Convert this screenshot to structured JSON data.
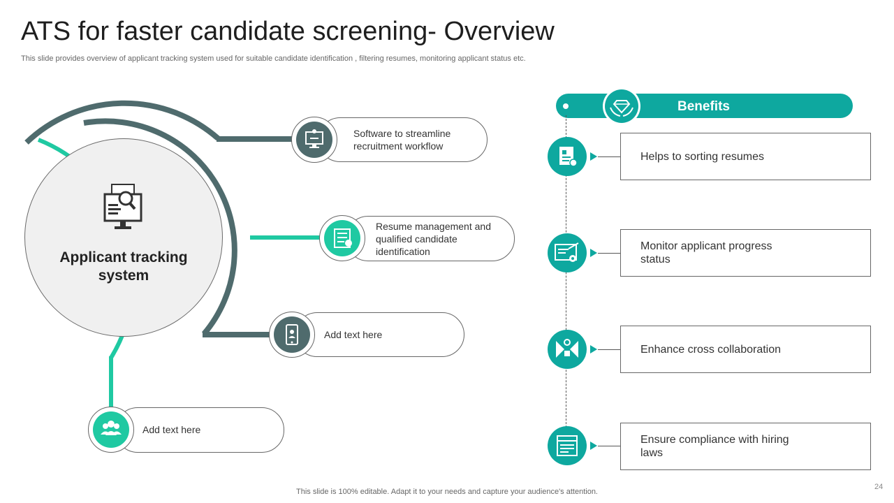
{
  "header": {
    "title": "ATS for faster candidate screening- Overview",
    "subtitle": "This slide provides overview of applicant tracking system used for suitable candidate identification , filtering resumes, monitoring applicant status etc."
  },
  "hub": {
    "label": "Applicant tracking system",
    "icon": "job-search-monitor-icon"
  },
  "features": [
    {
      "text": "Software to streamline recruitment workflow",
      "icon": "monitor-workflow-icon",
      "color": "#4f6b6d"
    },
    {
      "text": "Resume management and qualified candidate identification",
      "icon": "resume-stack-icon",
      "color": "#1fc9a2"
    },
    {
      "text": "Add text here",
      "icon": "phone-profile-icon",
      "color": "#4f6b6d"
    },
    {
      "text": "Add text here",
      "icon": "team-icon",
      "color": "#1fc9a2"
    }
  ],
  "benefits": {
    "title": "Benefits",
    "icon": "diamond-hands-icon",
    "items": [
      {
        "text": "Helps to sorting resumes",
        "icon": "resume-check-icon"
      },
      {
        "text": "Monitor applicant progress status",
        "icon": "progress-monitor-icon"
      },
      {
        "text": "Enhance cross collaboration",
        "icon": "collaboration-icon"
      },
      {
        "text": "Ensure compliance with hiring laws",
        "icon": "compliance-document-icon"
      }
    ]
  },
  "colors": {
    "teal": "#0ea89f",
    "green": "#1fc9a2",
    "slate": "#4f6b6d"
  },
  "footer": {
    "note": "This slide is 100% editable. Adapt it to your needs and capture your audience's attention.",
    "page": "24"
  }
}
